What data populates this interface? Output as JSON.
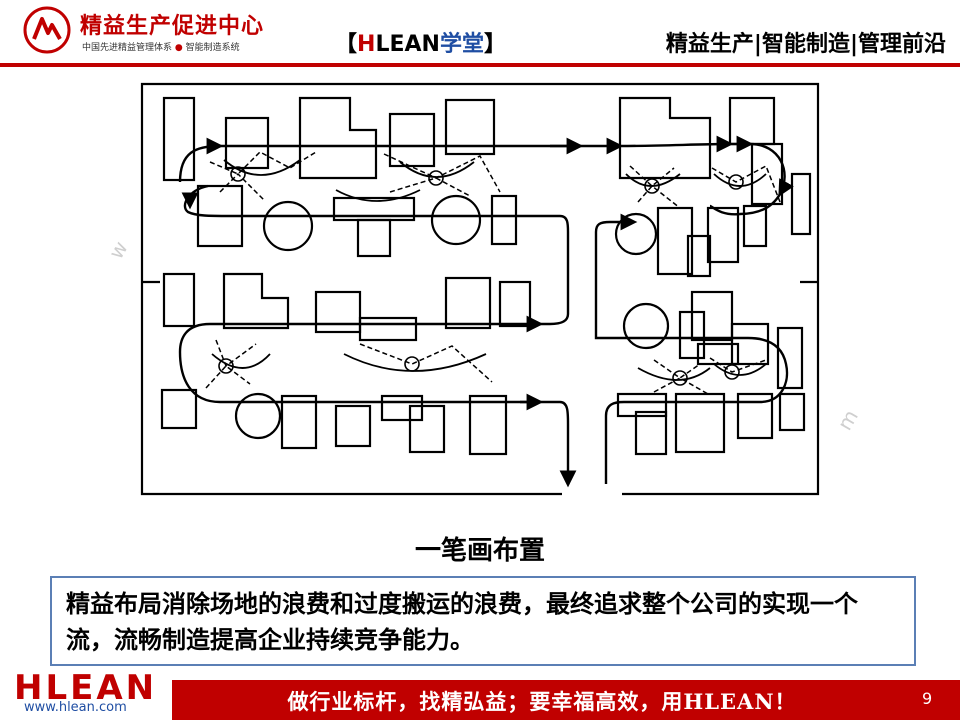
{
  "header": {
    "brand_name": "精益生产促进中心",
    "brand_sub_left": "中国先进精益管理体系",
    "brand_sub_dot": "●",
    "brand_sub_right": "智能制造系统",
    "tag_open": "【",
    "tag_h": "H",
    "tag_lean": "LEAN",
    "tag_xuetang": "学堂",
    "tag_close": "】",
    "right_title": "精益生产|智能制造|管理前沿"
  },
  "watermarks": [
    "w",
    "m"
  ],
  "diagram": {
    "caption": "一笔画布置"
  },
  "summary": {
    "text": "精益布局消除场地的浪费和过度搬运的浪费，最终追求整个公司的实现一个流，流畅制造提高企业持续竞争能力。"
  },
  "footer": {
    "logo": "HLEAN",
    "url": "www.hlean.com",
    "slogan": "做行业标杆，找精弘益；要幸福高效，用HLEAN！",
    "page_number": "9"
  },
  "colors": {
    "brand_red": "#c00000",
    "brand_blue": "#1f4ea3",
    "box_border": "#5b7fb5"
  }
}
